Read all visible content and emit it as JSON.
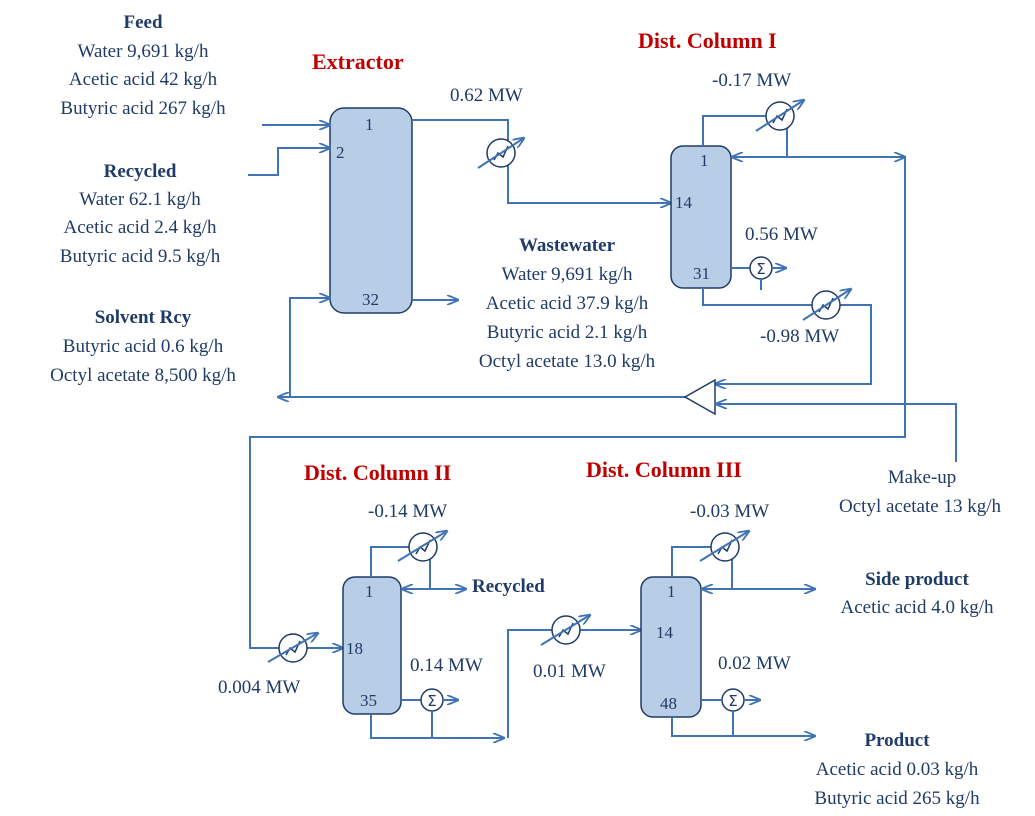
{
  "feed": {
    "title": "Feed",
    "lines": [
      "Water 9,691 kg/h",
      "Acetic acid 42 kg/h",
      "Butyric acid 267 kg/h"
    ]
  },
  "recycled_in": {
    "title": "Recycled",
    "lines": [
      "Water 62.1 kg/h",
      "Acetic acid 2.4 kg/h",
      "Butyric acid 9.5 kg/h"
    ]
  },
  "solvent_rcy": {
    "title": "Solvent Rcy",
    "lines": [
      "Butyric acid 0.6 kg/h",
      "Octyl acetate 8,500 kg/h"
    ]
  },
  "wastewater": {
    "title": "Wastewater",
    "lines": [
      "Water 9,691 kg/h",
      "Acetic acid 37.9 kg/h",
      "Butyric acid 2.1 kg/h",
      "Octyl acetate 13.0 kg/h"
    ]
  },
  "extractor": {
    "title": "Extractor",
    "stages": [
      "1",
      "2",
      "32"
    ]
  },
  "column1": {
    "title": "Dist. Column I",
    "stages": [
      "1",
      "14",
      "31"
    ],
    "condenser": "-0.17 MW",
    "reboiler": "0.56 MW",
    "cooler": "-0.98 MW"
  },
  "column2": {
    "title": "Dist. Column II",
    "stages": [
      "1",
      "18",
      "35"
    ],
    "condenser": "-0.14 MW",
    "reboiler": "0.14 MW",
    "feed_heater": "0.004 MW"
  },
  "column3": {
    "title": "Dist. Column III",
    "stages": [
      "1",
      "14",
      "48"
    ],
    "condenser": "-0.03 MW",
    "reboiler": "0.02 MW",
    "feed_heater": "0.01 MW"
  },
  "heater_extractor": "0.62 MW",
  "makeup": {
    "title": "Make-up",
    "line": "Octyl acetate 13 kg/h"
  },
  "recycled_out": {
    "title": "Recycled"
  },
  "side_product": {
    "title": "Side product",
    "line": "Acetic acid 4.0 kg/h"
  },
  "product": {
    "title": "Product",
    "lines": [
      "Acetic acid 0.03 kg/h",
      "Butyric acid 265 kg/h"
    ]
  },
  "colors": {
    "pipe": "#3f73b4",
    "column_fill": "#b8cde6",
    "title_red": "#c00000",
    "text": "#1f3b66"
  }
}
